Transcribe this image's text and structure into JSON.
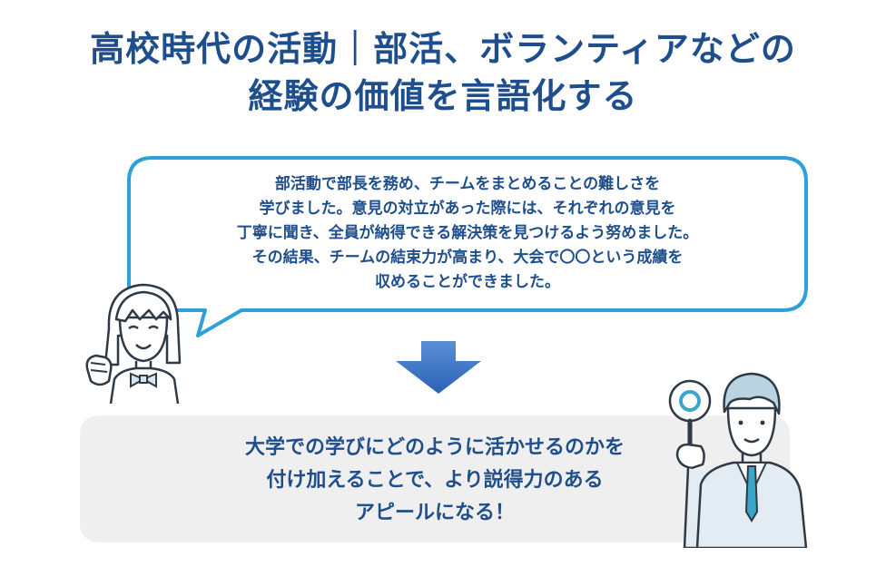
{
  "title": {
    "line1": "高校時代の活動｜部活、ボランティアなどの",
    "line2": "経験の価値を言語化する"
  },
  "speech": {
    "lines": [
      "部活動で部長を務め、チームをまとめることの難しさを",
      "学びました。意見の対立があった際には、それぞれの意見を",
      "丁寧に聞き、全員が納得できる解決策を見つけるよう努めました。",
      "その結果、チームの結束力が高まり、大会で〇〇という成績を",
      "収めることができました。"
    ]
  },
  "result": {
    "lines": [
      "大学での学びにどのように活かせるのかを",
      "付け加えることで、より説得力のある",
      "アピールになる！"
    ]
  },
  "colors": {
    "title": "#1f4e8c",
    "bubble_border": "#2e9fd8",
    "arrow": "#2f6fc0",
    "result_bg": "#efefef"
  }
}
